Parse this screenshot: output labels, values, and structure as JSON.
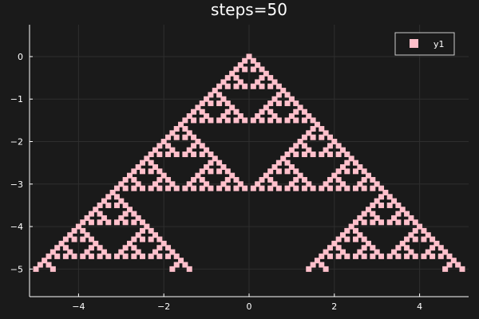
{
  "chart_data": {
    "type": "scatter",
    "title": "steps=50",
    "xlabel": "",
    "ylabel": "",
    "xlim": [
      -5.15,
      5.15
    ],
    "ylim": [
      -5.65,
      0.75
    ],
    "xticks": [
      -4,
      -2,
      0,
      2,
      4
    ],
    "xtick_labels": [
      "−4",
      "−2",
      "0",
      "2",
      "4"
    ],
    "yticks": [
      0,
      -1,
      -2,
      -3,
      -4,
      -5
    ],
    "ytick_labels": [
      "0",
      "−1",
      "−2",
      "−3",
      "−4",
      "−5"
    ],
    "grid": true,
    "legend": {
      "position": "top-right",
      "entries": [
        "y1"
      ]
    },
    "series": [
      {
        "name": "y1",
        "color": "#ffc0cb",
        "marker": "square",
        "generator": {
          "rule": "sierpinski-pascal-mod2",
          "rows": 51,
          "row_step_y": -0.1,
          "col_step_x": 0.1
        }
      }
    ],
    "colors": {
      "background": "#1a1a1a",
      "axis": "#ffffff",
      "grid": "#2e2e2e",
      "marker": "#ffc0cb"
    }
  }
}
